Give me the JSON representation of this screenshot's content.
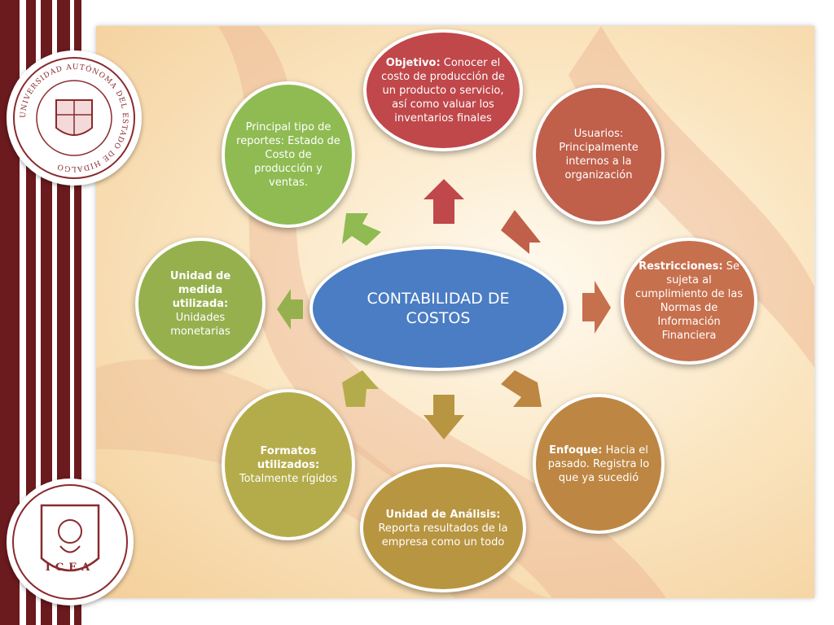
{
  "center": {
    "label": "CONTABILIDAD DE COSTOS",
    "color": "#4a7dc3"
  },
  "nodes": {
    "objetivo": {
      "title": "Objetivo:",
      "text": "Conocer el costo de producción de un producto o servicio, así como valuar los inventarios finales",
      "color": "#c0474a"
    },
    "usuarios": {
      "title": "Usuarios",
      "text": ": Principalmente internos a la organización",
      "color": "#c05f4a"
    },
    "restricciones": {
      "title": "Restricciones:",
      "text": "Se sujeta al cumplimiento de las Normas de Información Financiera",
      "color": "#c7704e"
    },
    "enfoque": {
      "title": "Enfoque:",
      "text": "Hacia el pasado. Registra lo que ya sucedió",
      "color": "#bd8642"
    },
    "unidad_analisis": {
      "title": "Unidad de Análisis:",
      "text": "Reporta resultados de la empresa como un todo",
      "color": "#b89540"
    },
    "formatos": {
      "title": "Formatos utilizados:",
      "text": "Totalmente rígidos",
      "color": "#b4ac4a"
    },
    "unidad_medida": {
      "title": "Unidad de medida utilizada:",
      "text": "Unidades monetarias",
      "color": "#96b04e"
    },
    "principal": {
      "title": "",
      "text": "Principal tipo de reportes: Estado de Costo de producción y ventas.",
      "color": "#8fbb52"
    }
  },
  "seals": {
    "top": {
      "name": "UNIVERSIDAD AUTÓNOMA DEL ESTADO DE HIDALGO"
    },
    "bottom": {
      "name": "ICEA"
    }
  },
  "colors": {
    "stripe_dark": "#6b1a1e",
    "stripe_light": "#ffffff",
    "panel": "#fbe7c4"
  }
}
